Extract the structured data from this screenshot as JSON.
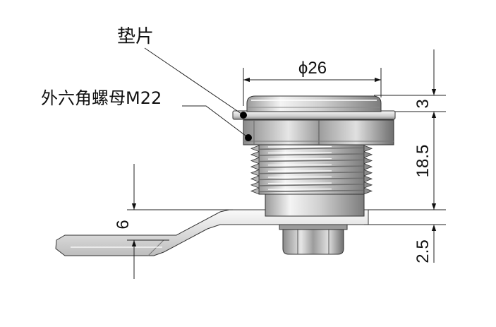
{
  "labels": {
    "washer": "垫片",
    "hex_nut": "外六角螺母M22"
  },
  "dimensions": {
    "diameter": "ϕ26",
    "cap_height": "3",
    "body_length": "18.5",
    "cam_thickness": "2.5",
    "cam_offset": "6"
  },
  "colors": {
    "line": "#222222",
    "metal_light": "#f2f2f2",
    "metal_dark": "#8c8c8c"
  }
}
